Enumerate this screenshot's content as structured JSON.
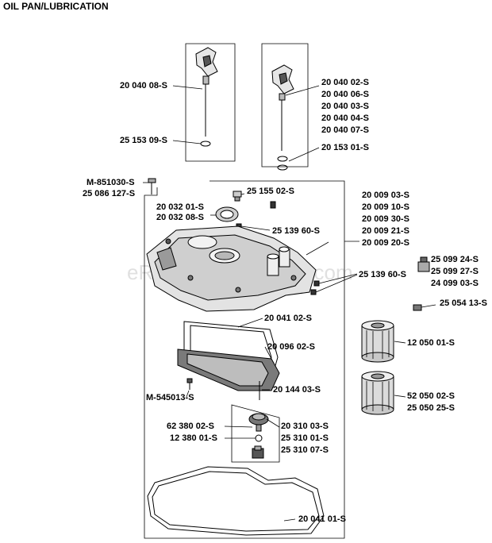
{
  "title": "OIL PAN/LUBRICATION",
  "watermark": "eReplacementParts.com",
  "colors": {
    "ink": "#000000",
    "paper": "#ffffff",
    "part_fill": "#d9d9d9",
    "part_dark": "#555555"
  },
  "labels": {
    "dipstick_left": "20 040 08-S",
    "oring_left": "25 153 09-S",
    "dipstick_r1": "20 040 02-S",
    "dipstick_r2": "20 040 06-S",
    "dipstick_r3": "20 040 03-S",
    "dipstick_r4": "20 040 04-S",
    "dipstick_r5": "20 040 07-S",
    "oring_right": "20 153 01-S",
    "screw_1": "M-851030-S",
    "screw_2": "25 086 127-S",
    "plug_top": "25 155 02-S",
    "seal_1": "20 032 01-S",
    "seal_2": "20 032 08-S",
    "plug_139_upper": "25 139 60-S",
    "pan_1": "20 009 03-S",
    "pan_2": "20 009 10-S",
    "pan_3": "20 009 30-S",
    "pan_4": "20 009 21-S",
    "pan_5": "20 009 20-S",
    "plug_139_lower": "25 139 60-S",
    "sensor_1": "25 099 24-S",
    "sensor_2": "25 099 27-S",
    "sensor_3": "24 099 03-S",
    "fitting": "25 054 13-S",
    "filter_1": "12 050 01-S",
    "filter_2a": "52 050 02-S",
    "filter_2b": "25 050 25-S",
    "gasket_plate": "20 041 02-S",
    "plate": "20 096 02-S",
    "screw_3": "M-545013-S",
    "pin": "20 144 03-S",
    "gear_1": "62 380 02-S",
    "gear_2": "12 380 01-S",
    "pump_1": "20 310 03-S",
    "pump_2": "25 310 01-S",
    "pump_3": "25 310 07-S",
    "gasket_pan": "20 041 01-S"
  }
}
